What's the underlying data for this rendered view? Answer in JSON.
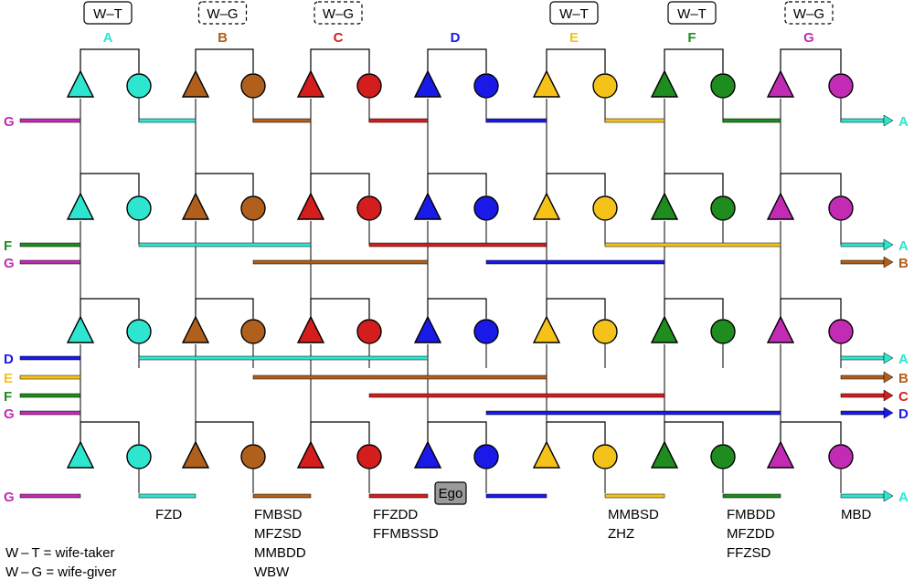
{
  "legend": {
    "wife_taker": "W – T = wife-taker",
    "wife_giver": "W – G = wife-giver"
  },
  "clans": [
    {
      "letter": "A",
      "color": "#2ee6d0",
      "box": "W–T",
      "box_style": "solid"
    },
    {
      "letter": "B",
      "color": "#b0601c",
      "box": "W–G",
      "box_style": "dashed"
    },
    {
      "letter": "C",
      "color": "#d41e1e",
      "box": "W–G",
      "box_style": "dashed"
    },
    {
      "letter": "D",
      "color": "#1a1ae8",
      "box": "",
      "box_style": "none"
    },
    {
      "letter": "E",
      "color": "#f5c21a",
      "box": "W–T",
      "box_style": "solid"
    },
    {
      "letter": "F",
      "color": "#1e8c1e",
      "box": "W–T",
      "box_style": "solid"
    },
    {
      "letter": "G",
      "color": "#c22cb4",
      "box": "W–G",
      "box_style": "dashed"
    }
  ],
  "ego_label": "Ego",
  "rows": [
    {
      "left": [
        "G"
      ],
      "right": [
        "A"
      ]
    },
    {
      "left": [
        "F",
        "G"
      ],
      "right": [
        "A",
        "B"
      ]
    },
    {
      "left": [
        "D",
        "E",
        "F",
        "G"
      ],
      "right": [
        "A",
        "B",
        "C",
        "D"
      ]
    },
    {
      "left": [
        "G"
      ],
      "right": [
        "A"
      ]
    }
  ],
  "kin_labels": [
    {
      "clan": "A",
      "lines": [
        "FZD"
      ]
    },
    {
      "clan": "B",
      "lines": [
        "FMBSD",
        "MFZSD",
        "MMBDD",
        "WBW"
      ]
    },
    {
      "clan": "C",
      "lines": [
        "FFZDD",
        "FFMBSSD"
      ]
    },
    {
      "clan": "E",
      "lines": [
        "MMBSD",
        "ZHZ"
      ]
    },
    {
      "clan": "F",
      "lines": [
        "FMBDD",
        "MFZDD",
        "FFZSD"
      ]
    },
    {
      "clan": "G",
      "lines": [
        "MBD"
      ]
    }
  ]
}
